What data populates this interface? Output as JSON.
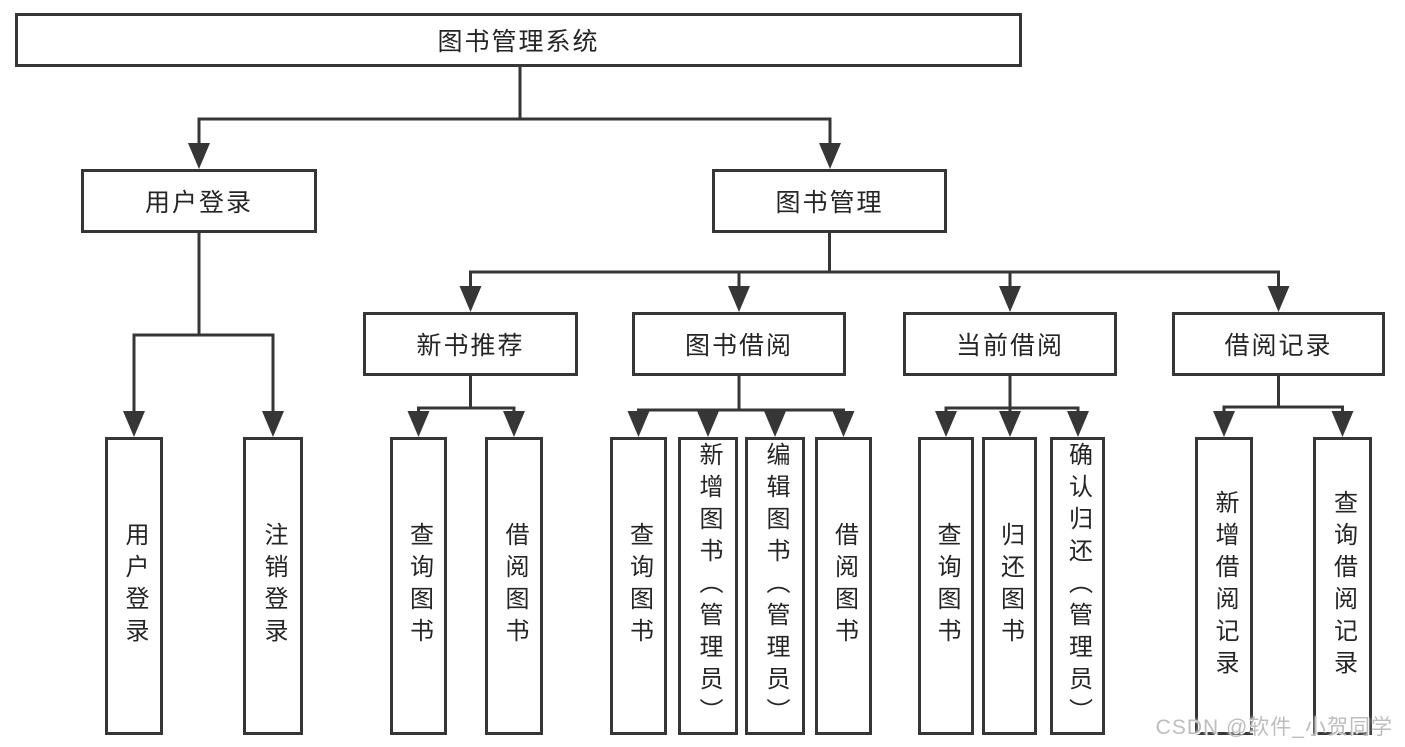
{
  "diagram": {
    "title": "图书管理系统",
    "branches": {
      "user": "用户登录",
      "books": "图书管理"
    },
    "modules": {
      "new_book": "新书推荐",
      "borrow": "图书借阅",
      "current": "当前借阅",
      "records": "借阅记录"
    },
    "leaves": {
      "user_login": "用户登录",
      "logout": "注销登录",
      "nb_query": "查询图书",
      "nb_borrow": "借阅图书",
      "bb_query": "查询图书",
      "bb_add": "新增图书（管理员）",
      "bb_edit": "编辑图书（管理员）",
      "bb_borrow": "借阅图书",
      "cb_query": "查询图书",
      "cb_return": "归还图书",
      "cb_confirm": "确认归还（管理员）",
      "rec_add": "新增借阅记录",
      "rec_query": "查询借阅记录"
    }
  },
  "watermark": "CSDN @软件_小贺同学",
  "colors": {
    "line": "#363636",
    "text": "#252525",
    "background": "#ffffff",
    "watermark": "#bdbdbd"
  }
}
